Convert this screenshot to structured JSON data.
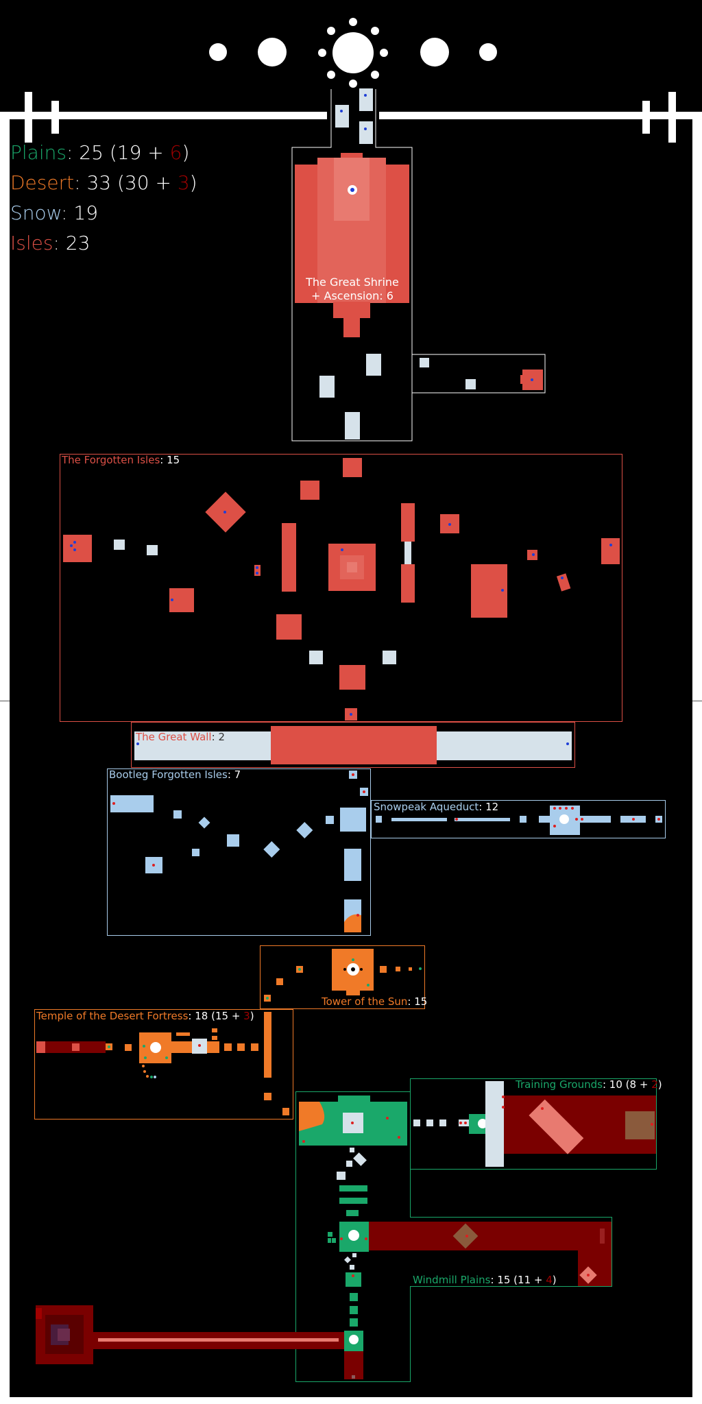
{
  "legend": {
    "plains": {
      "name": "Plains",
      "total": "25",
      "open": "(",
      "a": "19",
      "plus": " + ",
      "b": "6",
      "close": ")"
    },
    "desert": {
      "name": "Desert",
      "total": "33",
      "open": "(",
      "a": "30",
      "plus": " + ",
      "b": "3",
      "close": ")"
    },
    "snow": {
      "name": "Snow",
      "total": "19"
    },
    "isles": {
      "name": "Isles",
      "total": "23"
    }
  },
  "shrine": {
    "line1": "The Great Shrine",
    "line2": "+ Ascension: 6"
  },
  "regions": {
    "forgotten_isles": {
      "name": "The Forgotten Isles",
      "count": "15"
    },
    "great_wall": {
      "name": "The Great Wall",
      "count": "2"
    },
    "bootleg_isles": {
      "name": "Bootleg Forgotten Isles",
      "count": "7"
    },
    "snowpeak": {
      "name": "Snowpeak Aqueduct",
      "count": "12"
    },
    "tower_sun": {
      "name": "Tower of the Sun",
      "count": "15"
    },
    "desert_fortress": {
      "name": "Temple of the Desert Fortress",
      "count": "18",
      "open": " (",
      "a": "15",
      "plus": " + ",
      "b": "3",
      "close": ")"
    },
    "training": {
      "name": "Training Grounds",
      "count": "10",
      "open": " (",
      "a": "8",
      "plus": " + ",
      "b": "2",
      "close": ")"
    },
    "windmill": {
      "name": "Windmill Plains",
      "count": "15",
      "open": " (",
      "a": "11",
      "plus": " + ",
      "b": "4",
      "close": ")"
    }
  },
  "colors": {
    "plains": "#1aa86a",
    "desert": "#f07a28",
    "snow": "#a9cdec",
    "isles": "#dd5046",
    "dark_red": "#7a0000",
    "pale": "#d6e2ea"
  }
}
